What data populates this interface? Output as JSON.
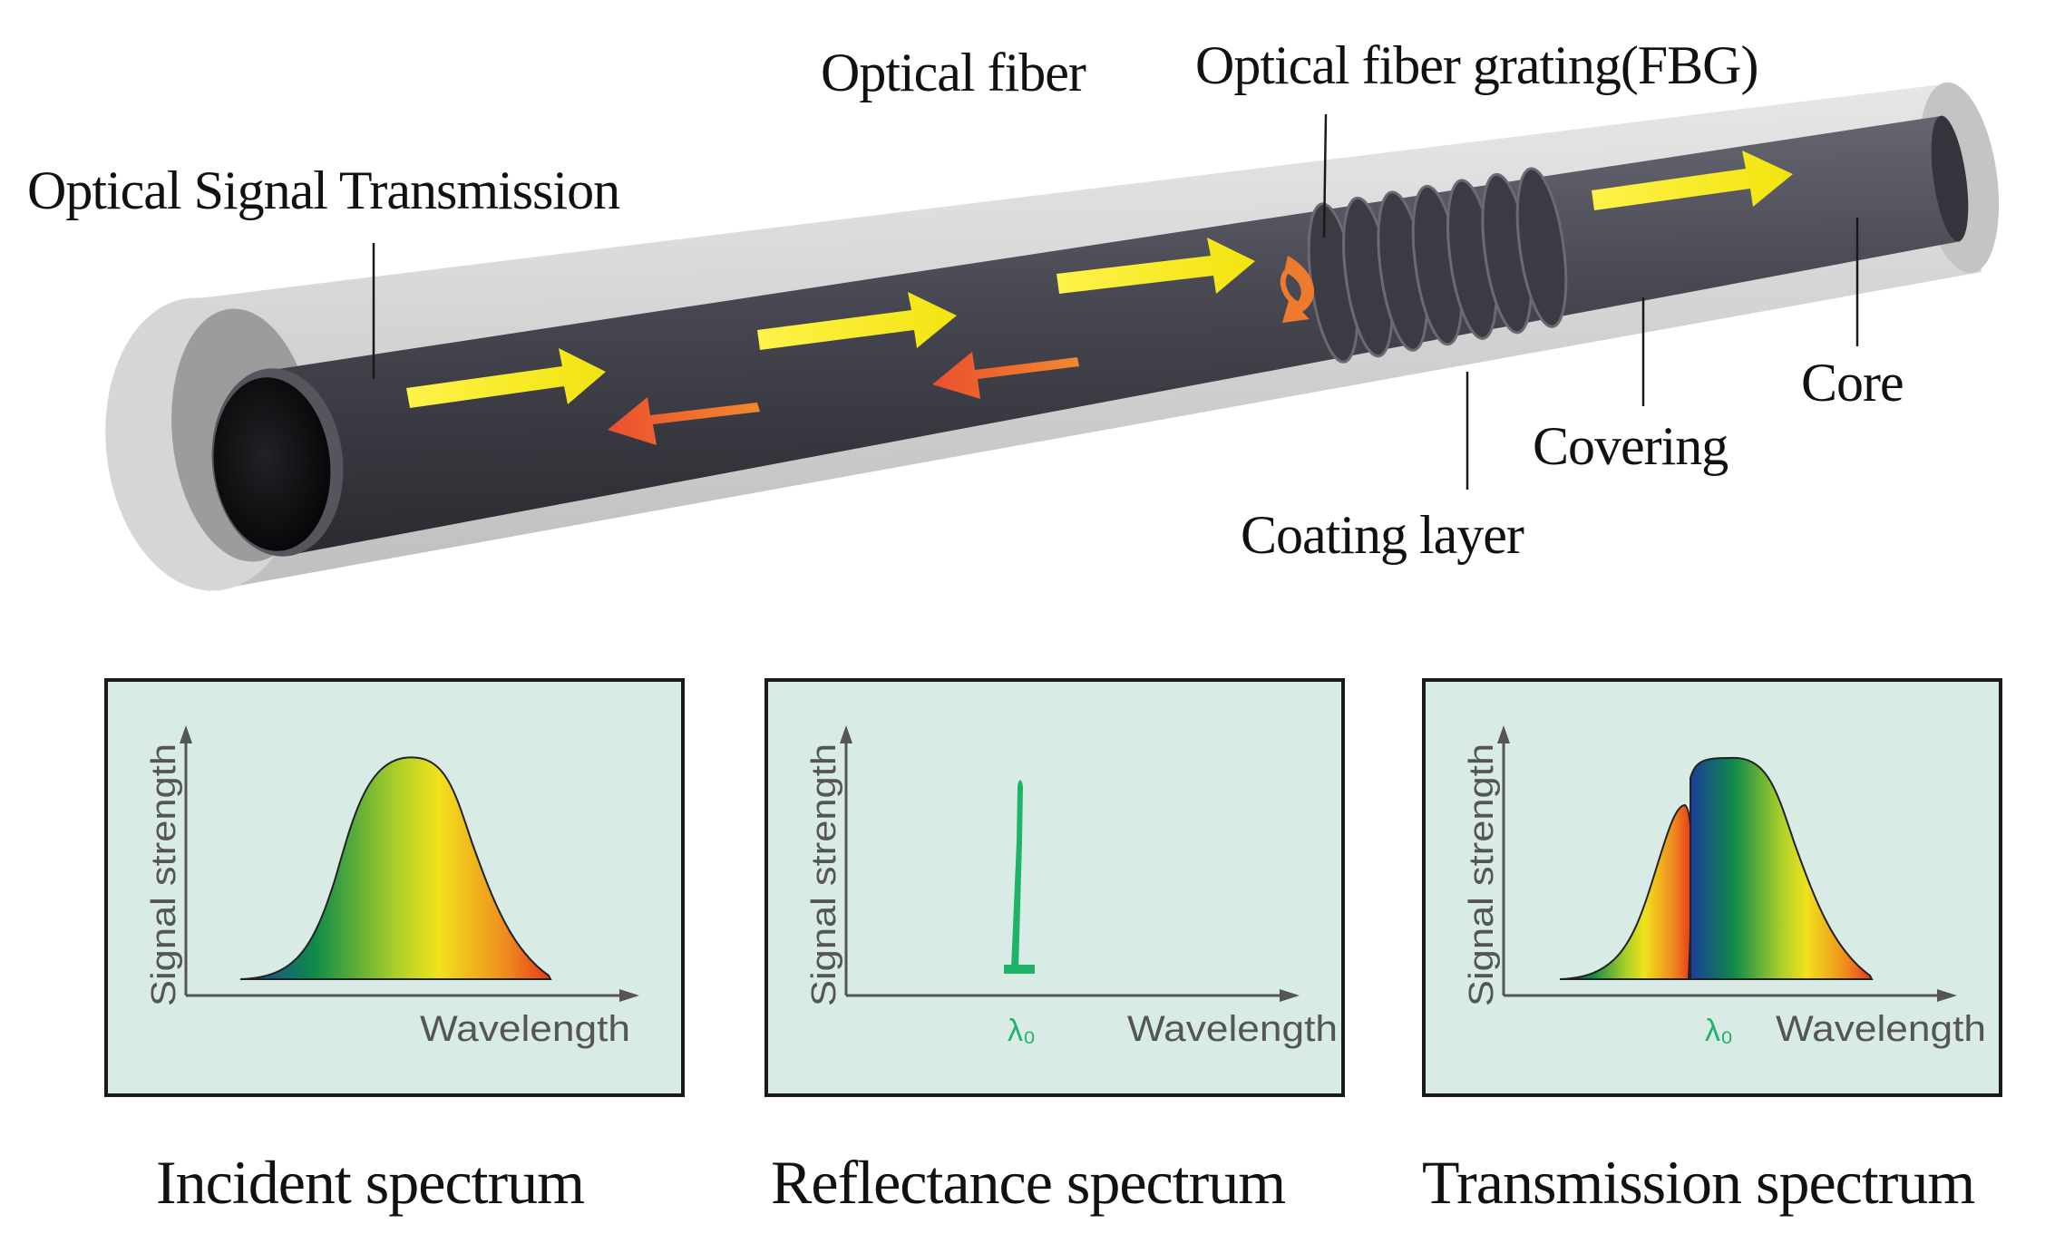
{
  "fiber": {
    "labels": {
      "transmission": "Optical Signal Transmission",
      "fiber": "Optical fiber",
      "grating": "Optical fiber grating(FBG)",
      "coating": "Coating layer",
      "covering": "Covering",
      "core": "Core"
    }
  },
  "panels": [
    {
      "caption": "Incident spectrum",
      "ylabel": "Signal strength",
      "xlabel": "Wavelength",
      "marker": ""
    },
    {
      "caption": "Reflectance spectrum",
      "ylabel": "Signal strength",
      "xlabel": "Wavelength",
      "marker": "λ₀"
    },
    {
      "caption": "Transmission spectrum",
      "ylabel": "Signal strength",
      "xlabel": "Wavelength",
      "marker": "λ₀"
    }
  ],
  "colors": {
    "panel_bg": "#d9ebe5",
    "fiber_body": "#45454f",
    "core_end": "#141416",
    "forward_arrow": "#f4ec1a",
    "reflected_arrow": "#ee6a2e",
    "reflection_peak": "#1fb36a"
  }
}
